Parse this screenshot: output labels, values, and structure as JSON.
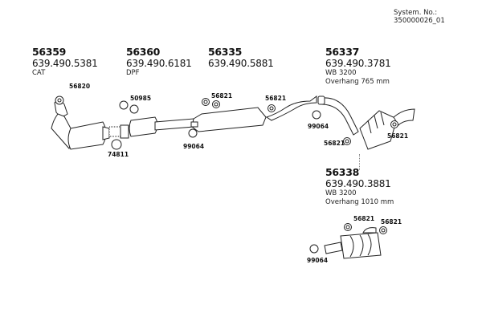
{
  "header": {
    "system_no": "System. No.: 350000026_01"
  },
  "groups": [
    {
      "id": "56359",
      "oe": "639.490.5381",
      "notes": [
        "CAT"
      ]
    },
    {
      "id": "56360",
      "oe": "639.490.6181",
      "notes": [
        "DPF"
      ]
    },
    {
      "id": "56335",
      "oe": "639.490.5881",
      "notes": []
    },
    {
      "id": "56337",
      "oe": "639.490.3781",
      "notes": [
        "WB 3200",
        "Overhang 765 mm"
      ]
    },
    {
      "id": "56338",
      "oe": "639.490.3881",
      "notes": [
        "WB 3200",
        "Overhang 1010 mm"
      ]
    }
  ],
  "parts": {
    "gasket_front": "56820",
    "gasket_dpf": "50985",
    "clamp_cat": "74811",
    "clamp_mid": "99064",
    "rubber_mid_a": "56821",
    "rubber_mid_b": "56821",
    "clamp_rear": "99064",
    "rubber_rear_a": "56821",
    "rubber_rear_b": "56821",
    "rubber_alt_a": "56821",
    "rubber_alt_b": "56821",
    "clamp_alt": "99064"
  }
}
